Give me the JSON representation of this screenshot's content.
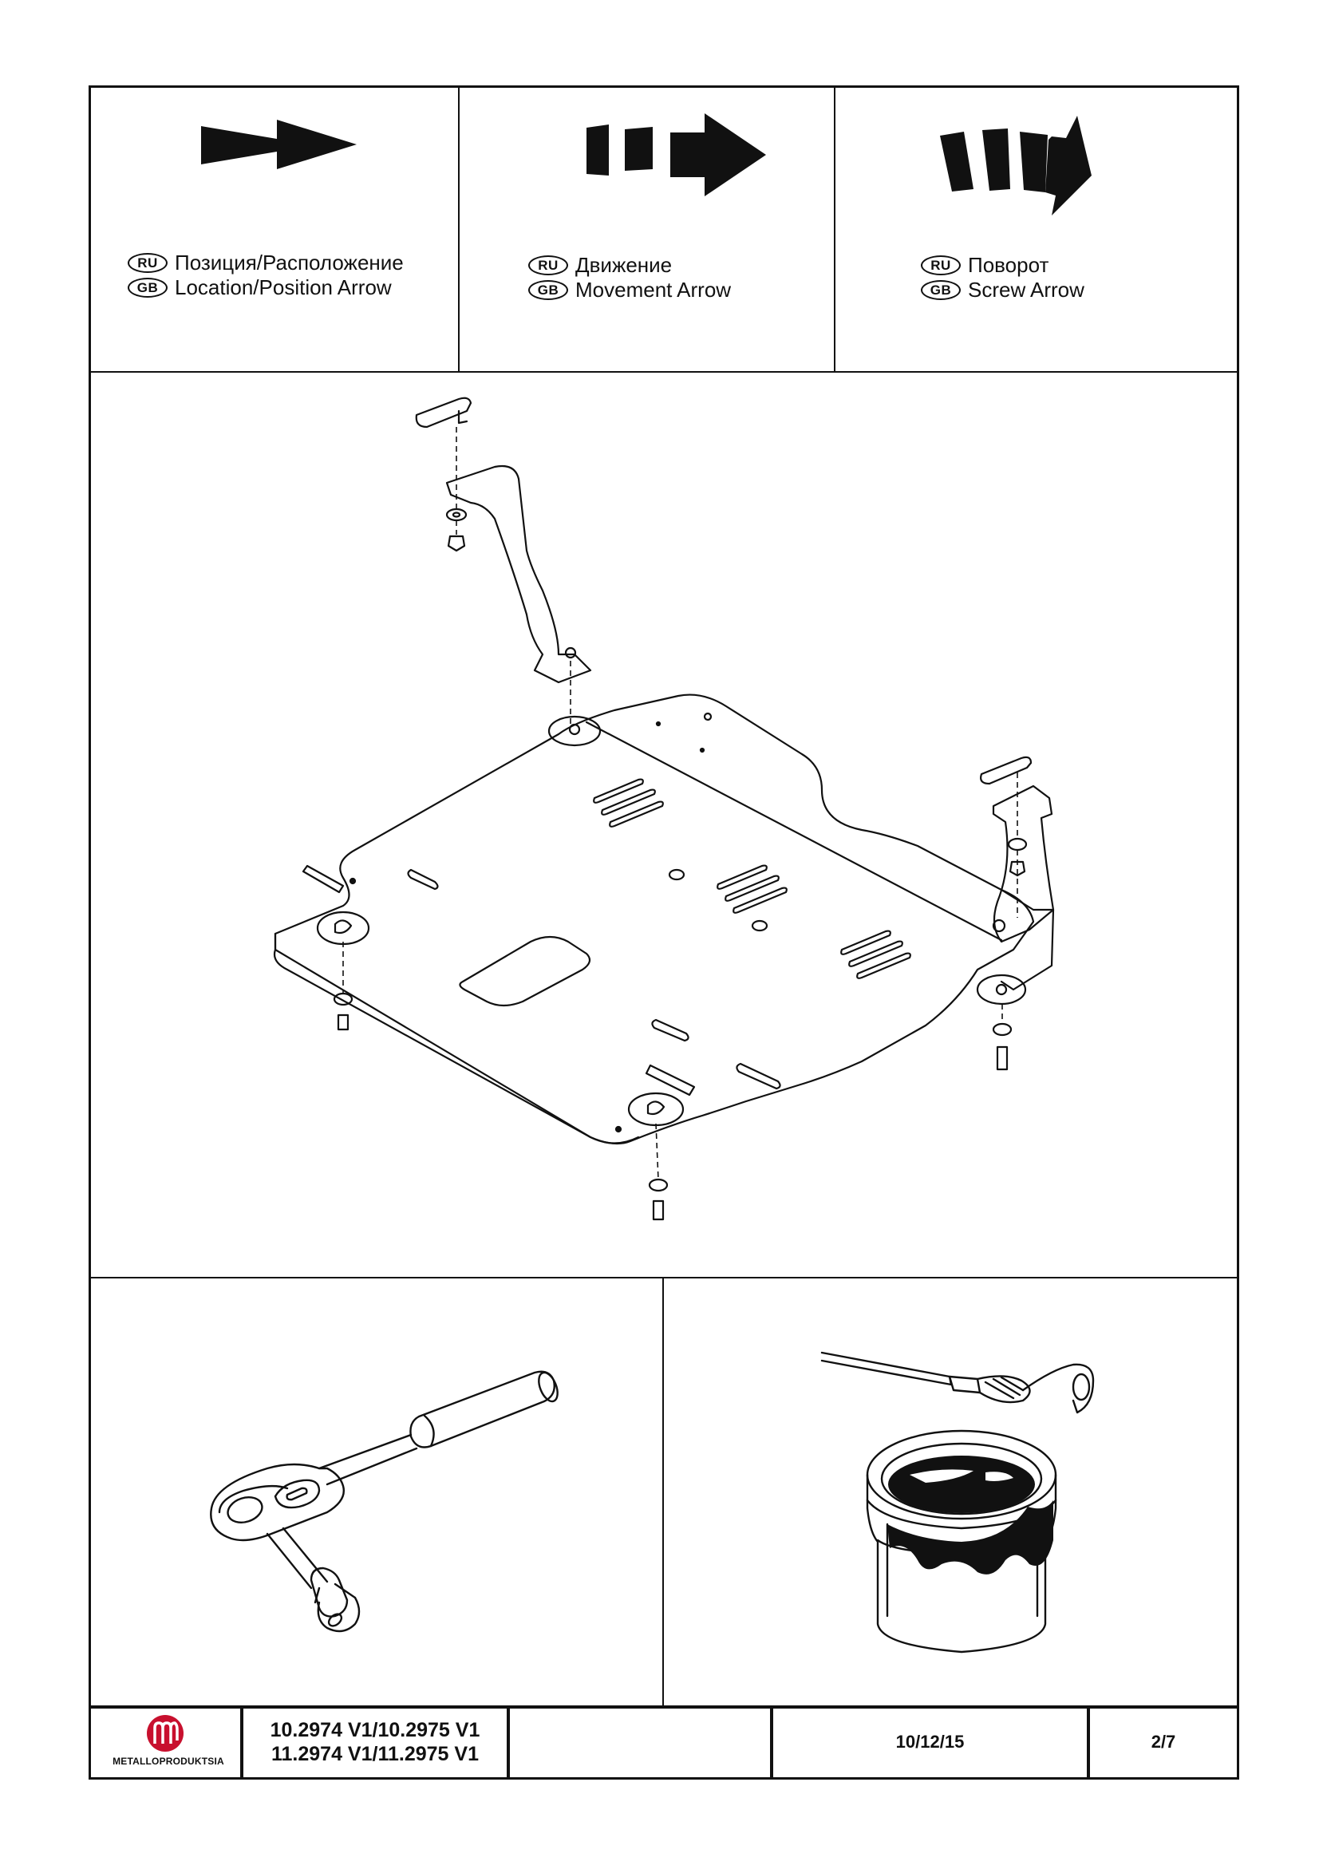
{
  "legend": [
    {
      "icon": "location-arrow-icon",
      "ru_code": "RU",
      "ru_text": "Позиция/Расположение",
      "gb_code": "GB",
      "gb_text": "Location/Position Arrow"
    },
    {
      "icon": "movement-arrow-icon",
      "ru_code": "RU",
      "ru_text": "Движение",
      "gb_code": "GB",
      "gb_text": "Movement Arrow"
    },
    {
      "icon": "screw-arrow-icon",
      "ru_code": "RU",
      "ru_text": "Поворот",
      "gb_code": "GB",
      "gb_text": "Screw Arrow"
    }
  ],
  "illustrations": {
    "assembly": "skid-plate-assembly-icon",
    "tool": "ratchet-wrench-icon",
    "paint": "paint-can-brush-icon"
  },
  "footer": {
    "logo_text": "METALLOPRODUKTSIA",
    "part_line1": "10.2974 V1/10.2975 V1",
    "part_line2": "11.2974 V1/11.2975 V1",
    "blank": "",
    "date": "10/12/15",
    "page": "2/7"
  },
  "colors": {
    "ink": "#111111",
    "logo_red": "#c8102e",
    "paper": "#ffffff"
  }
}
